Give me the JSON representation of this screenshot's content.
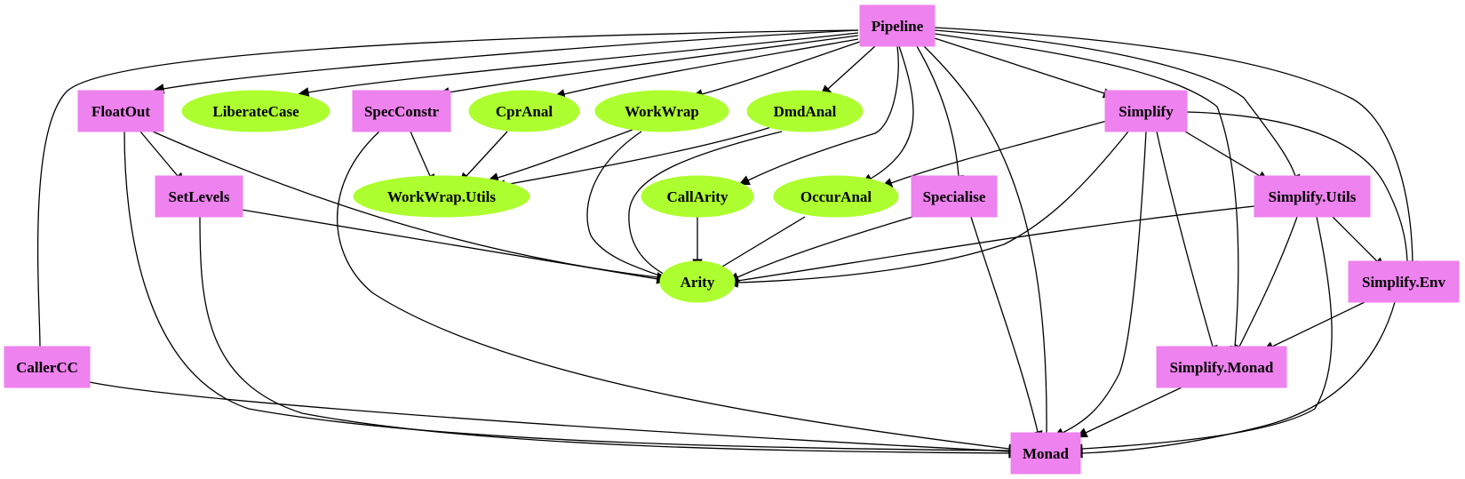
{
  "colors": {
    "module_fill": "#ee82ee",
    "leaf_fill": "#adff2f",
    "edge": "#000000",
    "background": "#ffffff"
  },
  "nodes": [
    {
      "id": "Pipeline",
      "label": "Pipeline",
      "shape": "box"
    },
    {
      "id": "FloatOut",
      "label": "FloatOut",
      "shape": "box"
    },
    {
      "id": "LiberateCase",
      "label": "LiberateCase",
      "shape": "ellipse"
    },
    {
      "id": "SpecConstr",
      "label": "SpecConstr",
      "shape": "box"
    },
    {
      "id": "CprAnal",
      "label": "CprAnal",
      "shape": "ellipse"
    },
    {
      "id": "WorkWrap",
      "label": "WorkWrap",
      "shape": "ellipse"
    },
    {
      "id": "DmdAnal",
      "label": "DmdAnal",
      "shape": "ellipse"
    },
    {
      "id": "Simplify",
      "label": "Simplify",
      "shape": "box"
    },
    {
      "id": "SetLevels",
      "label": "SetLevels",
      "shape": "box"
    },
    {
      "id": "WorkWrapUtils",
      "label": "WorkWrap.Utils",
      "shape": "ellipse"
    },
    {
      "id": "CallArity",
      "label": "CallArity",
      "shape": "ellipse"
    },
    {
      "id": "OccurAnal",
      "label": "OccurAnal",
      "shape": "ellipse"
    },
    {
      "id": "Specialise",
      "label": "Specialise",
      "shape": "box"
    },
    {
      "id": "SimplifyUtils",
      "label": "Simplify.Utils",
      "shape": "box"
    },
    {
      "id": "Arity",
      "label": "Arity",
      "shape": "ellipse"
    },
    {
      "id": "SimplifyEnv",
      "label": "Simplify.Env",
      "shape": "box"
    },
    {
      "id": "CallerCC",
      "label": "CallerCC",
      "shape": "box"
    },
    {
      "id": "SimplifyMonad",
      "label": "Simplify.Monad",
      "shape": "box"
    },
    {
      "id": "Monad",
      "label": "Monad",
      "shape": "box"
    }
  ],
  "edges": [
    {
      "from": "Pipeline",
      "to": "CallerCC"
    },
    {
      "from": "Pipeline",
      "to": "FloatOut"
    },
    {
      "from": "Pipeline",
      "to": "LiberateCase"
    },
    {
      "from": "Pipeline",
      "to": "SpecConstr"
    },
    {
      "from": "Pipeline",
      "to": "CprAnal"
    },
    {
      "from": "Pipeline",
      "to": "WorkWrap"
    },
    {
      "from": "Pipeline",
      "to": "DmdAnal"
    },
    {
      "from": "Pipeline",
      "to": "CallArity"
    },
    {
      "from": "Pipeline",
      "to": "OccurAnal"
    },
    {
      "from": "Pipeline",
      "to": "Specialise"
    },
    {
      "from": "Pipeline",
      "to": "Monad"
    },
    {
      "from": "Pipeline",
      "to": "Simplify"
    },
    {
      "from": "Pipeline",
      "to": "SimplifyMonad"
    },
    {
      "from": "Pipeline",
      "to": "SimplifyUtils"
    },
    {
      "from": "Pipeline",
      "to": "SimplifyEnv"
    },
    {
      "from": "FloatOut",
      "to": "SetLevels"
    },
    {
      "from": "FloatOut",
      "to": "Arity"
    },
    {
      "from": "FloatOut",
      "to": "Monad"
    },
    {
      "from": "SpecConstr",
      "to": "WorkWrapUtils"
    },
    {
      "from": "SpecConstr",
      "to": "Monad"
    },
    {
      "from": "CprAnal",
      "to": "WorkWrapUtils"
    },
    {
      "from": "WorkWrap",
      "to": "WorkWrapUtils"
    },
    {
      "from": "WorkWrap",
      "to": "Arity"
    },
    {
      "from": "DmdAnal",
      "to": "WorkWrapUtils"
    },
    {
      "from": "DmdAnal",
      "to": "Arity"
    },
    {
      "from": "SetLevels",
      "to": "Arity"
    },
    {
      "from": "SetLevels",
      "to": "Monad"
    },
    {
      "from": "CallArity",
      "to": "Arity"
    },
    {
      "from": "OccurAnal",
      "to": "Arity"
    },
    {
      "from": "Specialise",
      "to": "Arity"
    },
    {
      "from": "Specialise",
      "to": "Monad"
    },
    {
      "from": "Simplify",
      "to": "OccurAnal"
    },
    {
      "from": "Simplify",
      "to": "Arity"
    },
    {
      "from": "Simplify",
      "to": "SimplifyUtils"
    },
    {
      "from": "Simplify",
      "to": "SimplifyEnv"
    },
    {
      "from": "Simplify",
      "to": "SimplifyMonad"
    },
    {
      "from": "Simplify",
      "to": "Monad"
    },
    {
      "from": "SimplifyUtils",
      "to": "Arity"
    },
    {
      "from": "SimplifyUtils",
      "to": "SimplifyEnv"
    },
    {
      "from": "SimplifyUtils",
      "to": "SimplifyMonad"
    },
    {
      "from": "SimplifyUtils",
      "to": "Monad"
    },
    {
      "from": "SimplifyEnv",
      "to": "SimplifyMonad"
    },
    {
      "from": "SimplifyEnv",
      "to": "Monad"
    },
    {
      "from": "CallerCC",
      "to": "Monad"
    },
    {
      "from": "SimplifyMonad",
      "to": "Monad"
    }
  ]
}
